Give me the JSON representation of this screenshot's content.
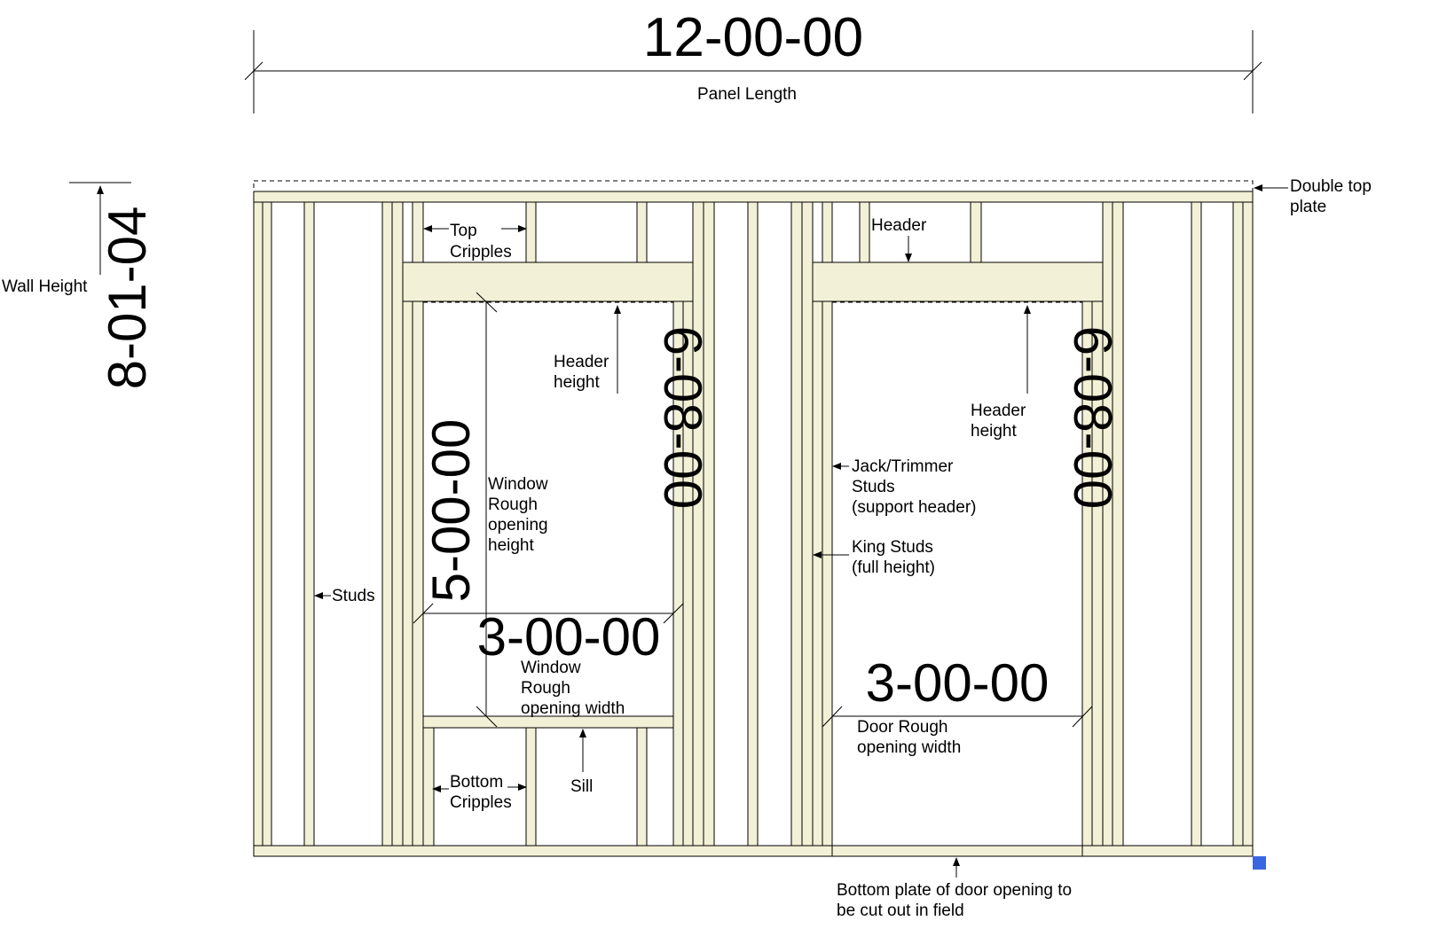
{
  "dimensions": {
    "panel_length": "12-00-00",
    "wall_height": "8-01-04",
    "window_header_height": "6-08-00",
    "door_header_height": "6-08-00",
    "window_rough_height": "5-00-00",
    "window_rough_width": "3-00-00",
    "door_rough_width": "3-00-00"
  },
  "labels": {
    "panel_length": "Panel Length",
    "wall_height": "Wall Height",
    "double_top_plate": [
      "Double top",
      "plate"
    ],
    "top_cripples": [
      "Top",
      "Cripples"
    ],
    "header": "Header",
    "window_header_height": [
      "Header",
      "height"
    ],
    "door_header_height": [
      "Header",
      "height"
    ],
    "window_rough_height": [
      "Window",
      "Rough",
      "opening",
      "height"
    ],
    "window_rough_width": [
      "Window",
      "Rough",
      "opening width"
    ],
    "jack_studs": [
      "Jack/Trimmer",
      "Studs",
      "(support header)"
    ],
    "king_studs": [
      "King Studs",
      "(full height)"
    ],
    "studs": "Studs",
    "bottom_cripples": [
      "Bottom",
      "Cripples"
    ],
    "sill": "Sill",
    "door_rough_width": [
      "Door Rough",
      "opening width"
    ],
    "bottom_plate_cut": [
      "Bottom plate of door opening to",
      "be cut out in field"
    ]
  },
  "colors": {
    "lumber": "#f2f0d6",
    "line": "#000000",
    "grip": "#3a66e0"
  }
}
